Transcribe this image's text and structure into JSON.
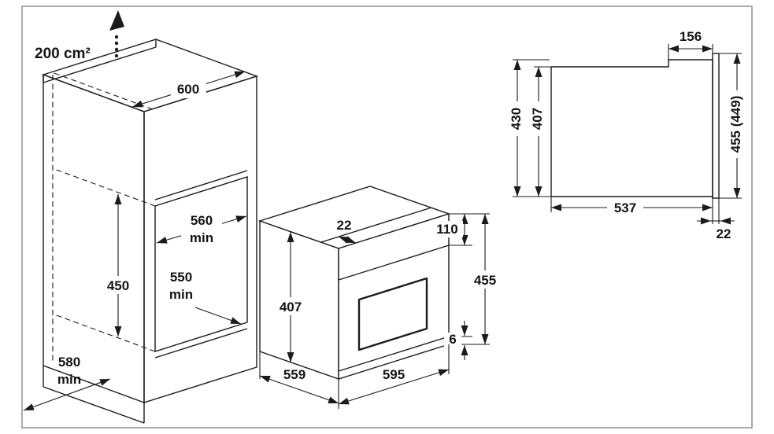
{
  "figure": {
    "ventilation_area": "200 cm²",
    "cabinet": {
      "top_width": "600",
      "niche_width_value": "560",
      "niche_width_unit": "min",
      "niche_height": "450",
      "niche_depth_value": "550",
      "niche_depth_unit": "min",
      "plinth_depth_value": "580",
      "plinth_depth_unit": "min"
    },
    "oven": {
      "top_recess": "22",
      "body_height": "407",
      "panel_top_height": "110",
      "front_height": "455",
      "bottom_gap": "6",
      "depth": "559",
      "front_width": "595"
    },
    "side_view": {
      "top_recess_depth": "156",
      "clearance_height": "430",
      "body_height": "407",
      "front_height": "455 (449)",
      "body_depth": "537",
      "door_thickness": "22"
    },
    "colors": {
      "ink": "#1b1b1b",
      "frame": "#8f8f8f"
    }
  }
}
